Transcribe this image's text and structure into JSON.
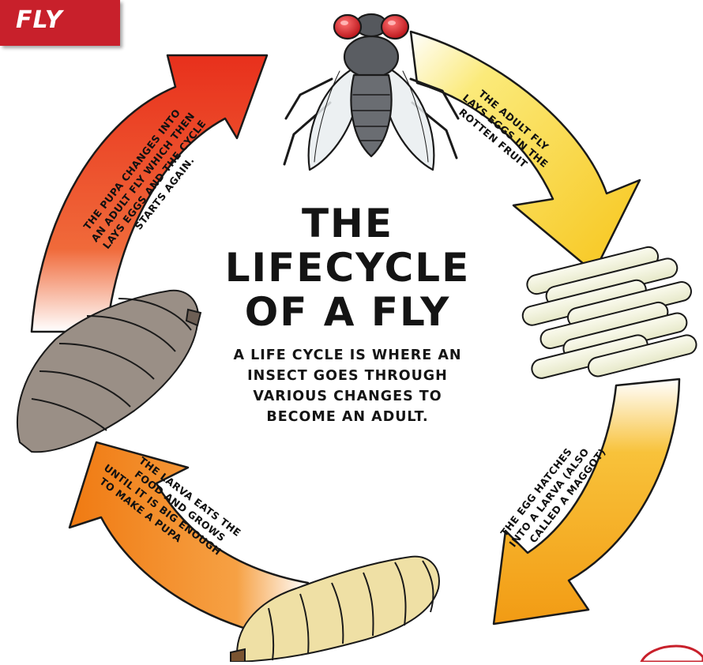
{
  "corner_tab": {
    "label": "FLY",
    "color": "#c8202b"
  },
  "title_lines": [
    "THE",
    "LIFECYCLE",
    "OF A FLY"
  ],
  "subtitle_lines": [
    "A LIFE CYCLE IS WHERE AN",
    "INSECT GOES THROUGH",
    "VARIOUS CHANGES TO",
    "BECOME AN ADULT."
  ],
  "stages": [
    {
      "name": "adult fly",
      "arrow_color": "#f7cf1f",
      "text_lines": [
        "THE ADULT FLY",
        "LAYS EGGS IN THE",
        "ROTTEN FRUIT"
      ]
    },
    {
      "name": "eggs",
      "arrow_color": "#f5a81c",
      "text_lines": [
        "THE EGG HATCHES",
        "INTO A LARVA (ALSO",
        "CALLED A MAGGOT)"
      ]
    },
    {
      "name": "larva",
      "arrow_color": "#f28a1a",
      "text_lines": [
        "THE LARVA EATS THE",
        "FOOD AND GROWS",
        "UNTIL IT IS BIG ENOUGH",
        "TO MAKE A PUPA"
      ]
    },
    {
      "name": "pupa",
      "arrow_color": "#e8361f",
      "text_lines": [
        "THE PUPA CHANGES INTO",
        "AN ADULT FLY WHICH THEN",
        "LAYS EGGS AND THE CYCLE",
        "STARTS AGAIN."
      ]
    }
  ]
}
